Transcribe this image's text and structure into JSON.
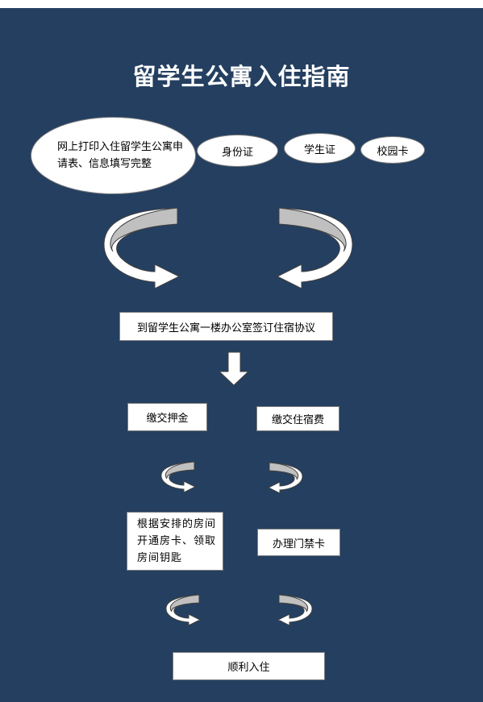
{
  "title": "留学生公寓入住指南",
  "documents": {
    "form": "网上打印入住留学生公寓申请表、信息填写完整",
    "id_card": "身份证",
    "student_card": "学生证",
    "campus_card": "校园卡"
  },
  "steps": {
    "sign_agreement": "到留学生公寓一楼办公室签订住宿协议",
    "pay_deposit": "缴交押金",
    "pay_fee": "缴交住宿费",
    "room_card": "根据安排的房间开通房卡、领取房间钥匙",
    "access_card": "办理门禁卡",
    "done": "顺利入住"
  },
  "colors": {
    "background": "#243f60",
    "shape_fill": "#ffffff",
    "arrow_shade": "#c0c0c0"
  }
}
